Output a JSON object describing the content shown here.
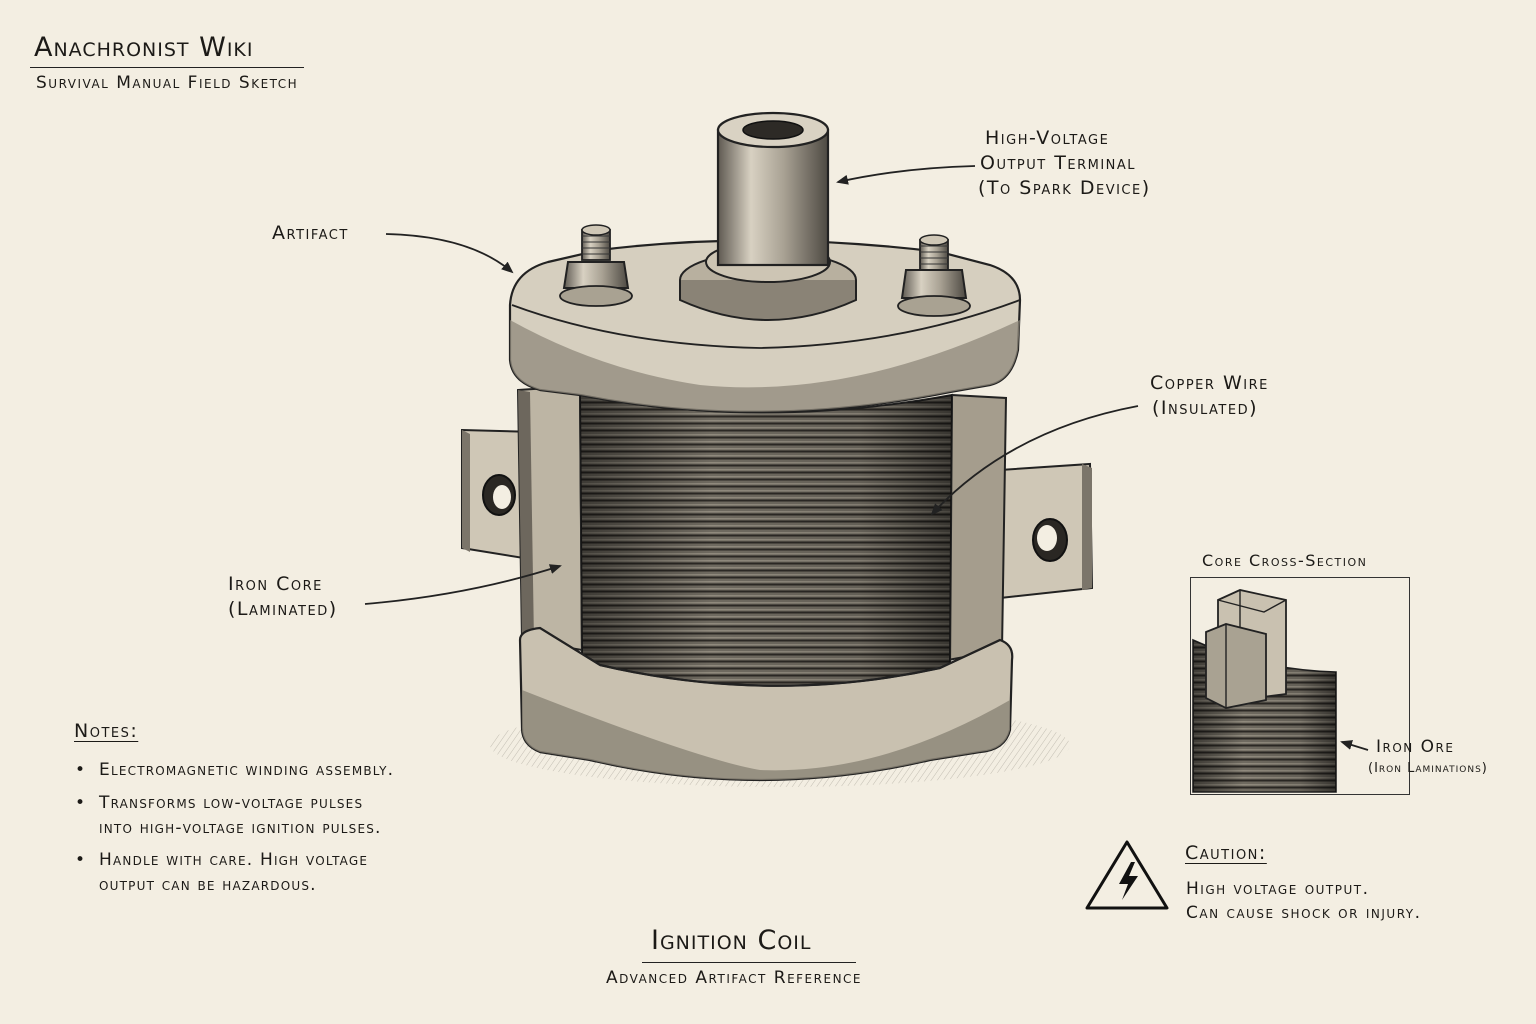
{
  "header": {
    "title": "Anachronist Wiki",
    "subtitle": "Survival Manual  Field Sketch"
  },
  "labels": {
    "artifact": "Artifact",
    "hv_terminal": [
      "High-Voltage",
      "Output Terminal",
      "(To Spark Device)"
    ],
    "copper_wire": [
      "Copper Wire",
      "(Insulated)"
    ],
    "iron_core": [
      "Iron Core",
      "(Laminated)"
    ]
  },
  "notes": {
    "heading": "Notes:",
    "items": [
      [
        "Electromagnetic winding assembly."
      ],
      [
        "Transforms low-voltage pulses",
        "into high-voltage ignition pulses."
      ],
      [
        "Handle with care. High voltage",
        "output can be hazardous."
      ]
    ]
  },
  "cross_section": {
    "title": "Core Cross-Section",
    "label": "Iron Ore",
    "sublabel": "(Iron Laminations)"
  },
  "caution": {
    "heading": "Caution:",
    "lines": [
      "High voltage output.",
      "Can cause shock or injury."
    ]
  },
  "footer": {
    "title": "Ignition Coil",
    "subtitle": "Advanced Artifact Reference"
  },
  "icons": [
    "high-voltage-warning-icon"
  ]
}
